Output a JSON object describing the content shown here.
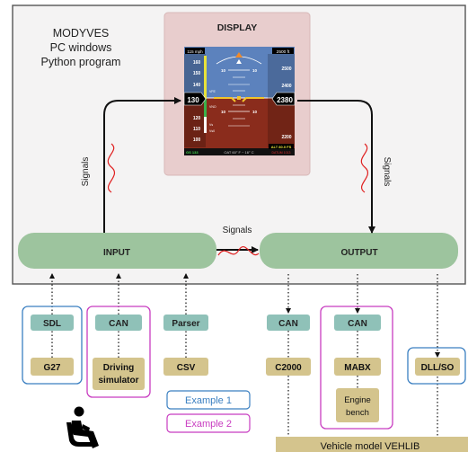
{
  "system": {
    "line1": "MODYVES",
    "line2": "PC  windows",
    "line3": "Python program"
  },
  "display": {
    "title": "DISPLAY",
    "pfd": {
      "speed_unit": "115 mph",
      "alt_header": "2500 ft",
      "speed_ticks": [
        "160",
        "150",
        "140",
        "120",
        "110",
        "100"
      ],
      "speed_current": "130",
      "alt_ticks": [
        "2500",
        "2400",
        "2200"
      ],
      "alt_current": "2380",
      "pitch_marks": [
        "10",
        "10",
        "10",
        "10"
      ],
      "vfe": "VFE",
      "vno": "VNO",
      "vs": "Vs",
      "vs0": "Vs0",
      "gs": "GS 133",
      "oat": "OAT 60° F ~ 16° C",
      "alt_tag": "ALT 80.0 FS",
      "alt_sub": "DATUM 1013"
    }
  },
  "signals": {
    "left": "Signals",
    "right": "Signals",
    "middle": "Signals"
  },
  "blocks": {
    "input": "INPUT",
    "output": "OUTPUT"
  },
  "sources": {
    "sdl": "SDL",
    "g27": "G27",
    "can1": "CAN",
    "driving1": "Driving",
    "driving2": "simulator",
    "parser": "Parser",
    "csv": "CSV"
  },
  "targets": {
    "can2": "CAN",
    "c2000": "C2000",
    "can3": "CAN",
    "mabx": "MABX",
    "engine1": "Engine",
    "engine2": "bench",
    "dll": "DLL/SO"
  },
  "legend": {
    "example1": "Example 1",
    "example2": "Example 2"
  },
  "vehicle": "Vehicle model VEHLIB",
  "colors": {
    "teal": "#8fc1b8",
    "green_block": "#9dc49e",
    "tan": "#d4c48d",
    "display_bg": "#e8cdcd",
    "sky": "#5c82bd",
    "ground": "#8a2c1c",
    "blue_border": "#3a7fc1",
    "magenta": "#c83cc0",
    "pc_bg": "#f4f3f3"
  },
  "icons": [
    "seated-person-icon"
  ]
}
